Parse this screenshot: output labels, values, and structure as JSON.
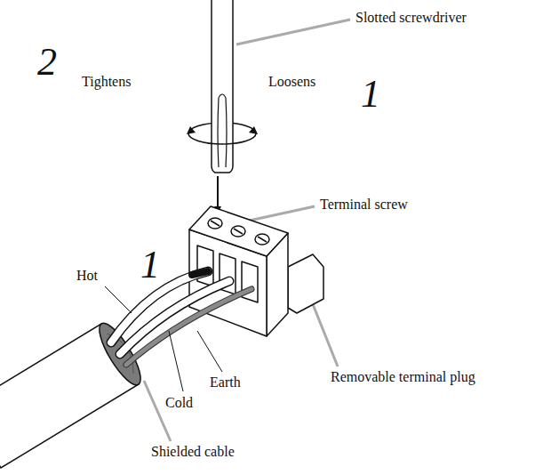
{
  "diagram": {
    "labels": [
      "Slotted screwdriver",
      "2",
      "Tightens",
      "Loosens",
      "1",
      "Terminal screw",
      "1",
      "Hot",
      "Earth",
      "Removable terminal plug",
      "Cold",
      "Shielded cable"
    ]
  }
}
